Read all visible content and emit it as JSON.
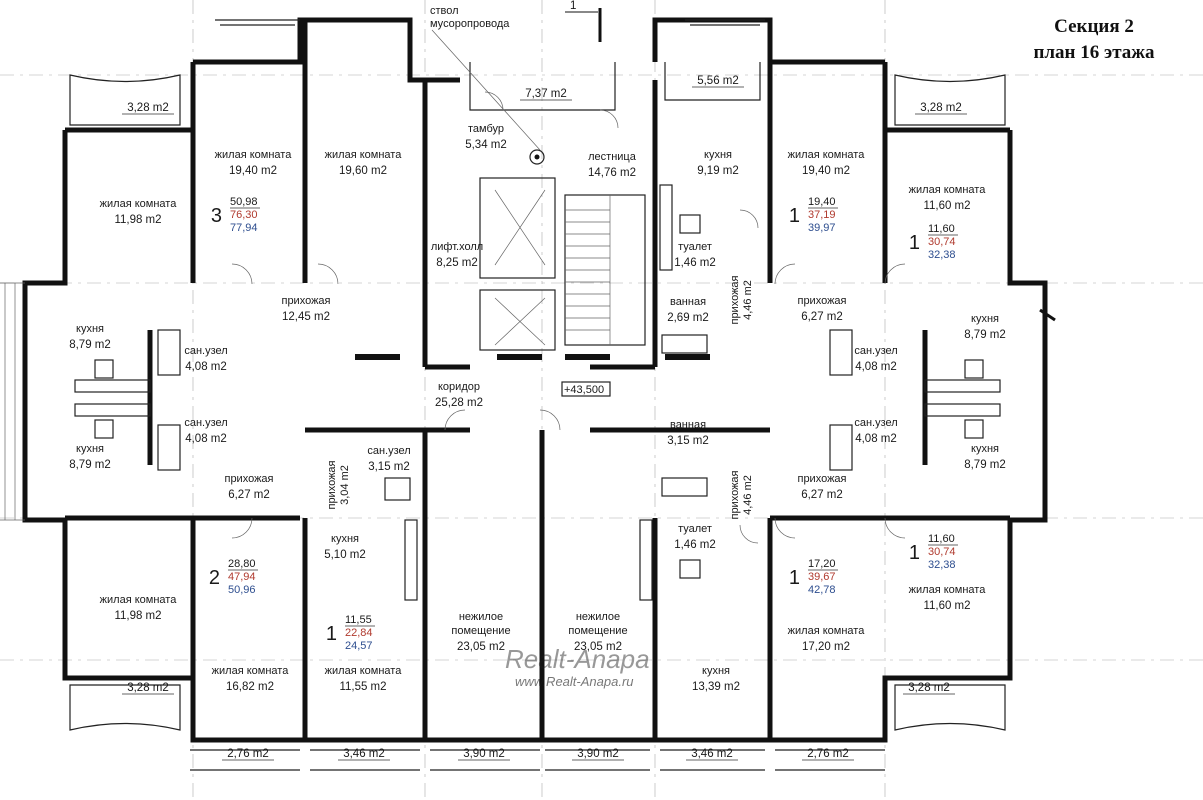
{
  "title": {
    "line1": "Секция 2",
    "line2": "план 16 этажа"
  },
  "annotations": {
    "chute1": "ствол",
    "chute2": "мусоропровода",
    "section_mark": "1",
    "elevation": "+43,500"
  },
  "watermark": {
    "brand": "Realt-Anapa",
    "url": "www.Realt-Anapa.ru"
  },
  "rooms": [
    {
      "id": "bal-tl-28",
      "label": "",
      "area": "3,28 m2"
    },
    {
      "id": "living-11-98-top",
      "label": "жилая комната",
      "area": "11,98 m2"
    },
    {
      "id": "living-19-40-l",
      "label": "жилая комната",
      "area": "19,40 m2"
    },
    {
      "id": "living-19-60",
      "label": "жилая комната",
      "area": "19,60 m2"
    },
    {
      "id": "bal-7-37",
      "label": "",
      "area": "7,37 m2"
    },
    {
      "id": "tambour",
      "label": "тамбур",
      "area": "5,34 m2"
    },
    {
      "id": "stair",
      "label": "лестница",
      "area": "14,76 m2"
    },
    {
      "id": "lift-hall",
      "label": "лифт.холл",
      "area": "8,25 m2"
    },
    {
      "id": "bal-5-56",
      "label": "",
      "area": "5,56 m2"
    },
    {
      "id": "kitchen-9-19",
      "label": "кухня",
      "area": "9,19 m2"
    },
    {
      "id": "living-19-40-r",
      "label": "жилая комната",
      "area": "19,40 m2"
    },
    {
      "id": "bal-tr-28",
      "label": "",
      "area": "3,28 m2"
    },
    {
      "id": "living-11-60-top",
      "label": "жилая комната",
      "area": "11,60 m2"
    },
    {
      "id": "wc-1-46-top",
      "label": "туалет",
      "area": "1,46 m2"
    },
    {
      "id": "bath-2-69",
      "label": "ванная",
      "area": "2,69 m2"
    },
    {
      "id": "hall-12-45",
      "label": "прихожая",
      "area": "12,45 m2"
    },
    {
      "id": "hall-6-27-tr",
      "label": "прихожая",
      "area": "6,27 m2"
    },
    {
      "id": "kitchen-8-79-tl",
      "label": "кухня",
      "area": "8,79 m2"
    },
    {
      "id": "kitchen-8-79-tr",
      "label": "кухня",
      "area": "8,79 m2"
    },
    {
      "id": "bath-4-08-tl",
      "label": "сан.узел",
      "area": "4,08 m2"
    },
    {
      "id": "bath-4-08-tr",
      "label": "сан.узел",
      "area": "4,08 m2"
    },
    {
      "id": "corridor",
      "label": "коридор",
      "area": "25,28 m2"
    },
    {
      "id": "bath-4-08-bl",
      "label": "сан.узел",
      "area": "4,08 m2"
    },
    {
      "id": "bath-4-08-br",
      "label": "сан.узел",
      "area": "4,08 m2"
    },
    {
      "id": "kitchen-8-79-bl",
      "label": "кухня",
      "area": "8,79 m2"
    },
    {
      "id": "kitchen-8-79-br",
      "label": "кухня",
      "area": "8,79 m2"
    },
    {
      "id": "bath-3-15-l",
      "label": "сан.узел",
      "area": "3,15 m2"
    },
    {
      "id": "bath-3-15-r",
      "label": "ванная",
      "area": "3,15 m2"
    },
    {
      "id": "hall-6-27-bl",
      "label": "прихожая",
      "area": "6,27 m2"
    },
    {
      "id": "hall-6-27-br",
      "label": "прихожая",
      "area": "6,27 m2"
    },
    {
      "id": "kitchen-5-10",
      "label": "кухня",
      "area": "5,10 m2"
    },
    {
      "id": "wc-1-46-bot",
      "label": "туалет",
      "area": "1,46 m2"
    },
    {
      "id": "living-11-98-bot",
      "label": "жилая комната",
      "area": "11,98 m2"
    },
    {
      "id": "living-11-60-bot",
      "label": "жилая комната",
      "area": "11,60 m2"
    },
    {
      "id": "nonres-l",
      "label1": "нежилое",
      "label2": "помещение",
      "area": "23,05 m2"
    },
    {
      "id": "nonres-r",
      "label1": "нежилое",
      "label2": "помещение",
      "area": "23,05 m2"
    },
    {
      "id": "living-17-20",
      "label": "жилая комната",
      "area": "17,20 m2"
    },
    {
      "id": "living-16-82",
      "label": "жилая комната",
      "area": "16,82 m2"
    },
    {
      "id": "living-11-55",
      "label": "жилая комната",
      "area": "11,55 m2"
    },
    {
      "id": "kitchen-13-39",
      "label": "кухня",
      "area": "13,39 m2"
    },
    {
      "id": "bal-bl-28",
      "label": "",
      "area": "3,28 m2"
    },
    {
      "id": "bal-br-28",
      "label": "",
      "area": "3,28 m2"
    },
    {
      "id": "bal-2-76-l",
      "label": "",
      "area": "2,76 m2"
    },
    {
      "id": "bal-3-46-l",
      "label": "",
      "area": "3,46 m2"
    },
    {
      "id": "bal-3-90-l",
      "label": "",
      "area": "3,90 m2"
    },
    {
      "id": "bal-3-90-r",
      "label": "",
      "area": "3,90 m2"
    },
    {
      "id": "bal-3-46-r",
      "label": "",
      "area": "3,46 m2"
    },
    {
      "id": "bal-2-76-r",
      "label": "",
      "area": "2,76 m2"
    }
  ],
  "vertical_rooms": [
    {
      "id": "hall-4-46-top",
      "label": "прихожая",
      "area": "4,46 m2"
    },
    {
      "id": "hall-3-04",
      "label": "прихожая",
      "area": "3,04 m2"
    },
    {
      "id": "hall-4-46-bot",
      "label": "прихожая",
      "area": "4,46 m2"
    }
  ],
  "apartments": [
    {
      "id": "apt-3",
      "rooms": "3",
      "living": "50,98",
      "total": "76,30",
      "total_balc": "77,94"
    },
    {
      "id": "apt-1-tr1",
      "rooms": "1",
      "living": "19,40",
      "total": "37,19",
      "total_balc": "39,97"
    },
    {
      "id": "apt-1-tr2",
      "rooms": "1",
      "living": "11,60",
      "total": "30,74",
      "total_balc": "32,38"
    },
    {
      "id": "apt-2",
      "rooms": "2",
      "living": "28,80",
      "total": "47,94",
      "total_balc": "50,96"
    },
    {
      "id": "apt-1-b1",
      "rooms": "1",
      "living": "11,55",
      "total": "22,84",
      "total_balc": "24,57"
    },
    {
      "id": "apt-1-b2",
      "rooms": "1",
      "living": "17,20",
      "total": "39,67",
      "total_balc": "42,78"
    },
    {
      "id": "apt-1-b3",
      "rooms": "1",
      "living": "11,60",
      "total": "30,74",
      "total_balc": "32,38"
    }
  ],
  "colors": {
    "total": "#b03a2e",
    "total_balc": "#2e4e8f",
    "wall": "#111111"
  }
}
